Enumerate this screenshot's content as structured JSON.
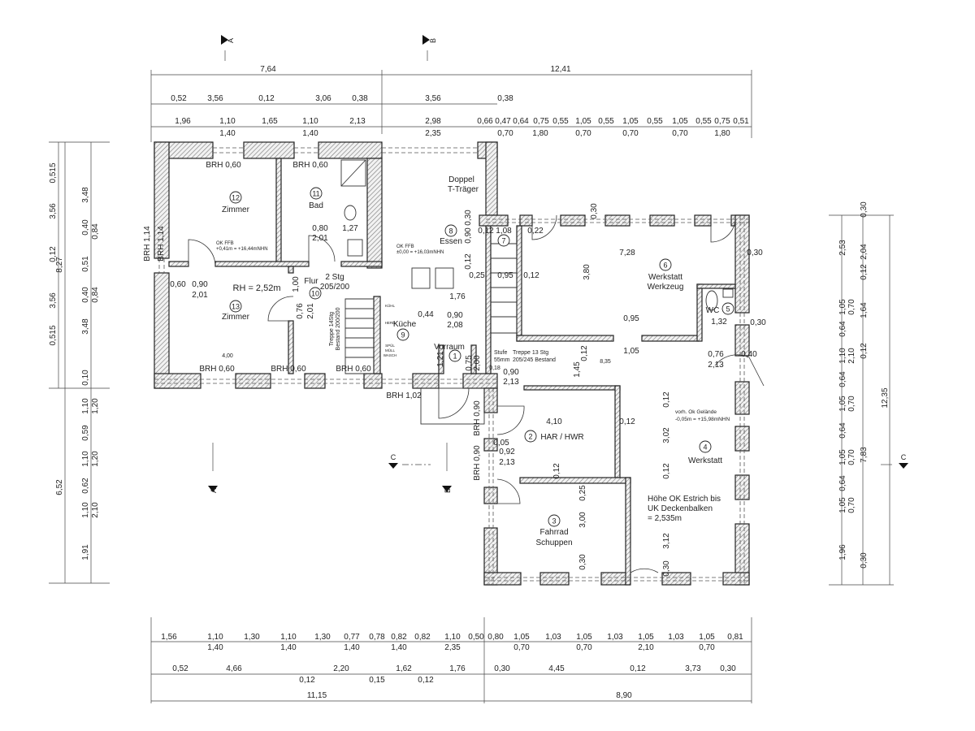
{
  "rooms": [
    {
      "number": "1",
      "lines": [
        "Vorraum"
      ]
    },
    {
      "number": "2",
      "lines": [
        "HAR / HWR"
      ]
    },
    {
      "number": "3",
      "lines": [
        "Fahrrad",
        "Schuppen"
      ]
    },
    {
      "number": "4",
      "lines": [
        "Werkstatt"
      ]
    },
    {
      "number": "5",
      "lines": [
        "WC"
      ]
    },
    {
      "number": "6",
      "lines": [
        "Werkstatt",
        "Werkzeug"
      ]
    },
    {
      "number": "7",
      "lines": []
    },
    {
      "number": "8",
      "lines": [
        "Essen"
      ]
    },
    {
      "number": "9",
      "lines": [
        "Küche"
      ]
    },
    {
      "number": "10",
      "lines": [
        "Flur"
      ]
    },
    {
      "number": "11",
      "lines": [
        "Bad"
      ]
    },
    {
      "number": "12",
      "lines": [
        "Zimmer"
      ]
    },
    {
      "number": "13",
      "lines": [
        "Zimmer"
      ]
    }
  ],
  "annotations": {
    "beam": [
      "Doppel",
      "T-Träger"
    ],
    "room_height": "RH = 2,52m",
    "brh_top": [
      "BRH 0,60",
      "BRH 0,60"
    ],
    "brh_bottom": [
      "BRH 0,60",
      "BRH 0,60",
      "BRH 0,60",
      "BRH 1,02"
    ],
    "brh_side": [
      "BRH 1,14",
      "BRH 1,14",
      "BRH 0,90",
      "BRH 0,90"
    ],
    "level_room12": [
      "OK FFB",
      "+0,41m = +16,44mNHN"
    ],
    "level_essen": [
      "OK FFB",
      "±0,00 = +16,03mNHN"
    ],
    "level_ground": [
      "vorh. Ok Gelände",
      "-0,05m = +15,98mNHN"
    ],
    "height_note": [
      "Höhe OK Estrich bis",
      "UK Deckenbalken",
      "= 2,535m"
    ],
    "step": [
      "Stufe",
      "55mm"
    ],
    "stair_13": [
      "Treppe 13 Stg",
      "205/245  Bestand"
    ],
    "stair_14": [
      "Treppe 14Stg",
      "Bestand 200/200"
    ],
    "stair_2": [
      "2 Stg",
      "205/200"
    ],
    "kitchen": [
      "KÜHL",
      "HERD",
      "SPÜL",
      "MÜLL",
      "WASCH"
    ]
  },
  "section_markers": [
    "A",
    "B",
    "C"
  ],
  "dimensions": {
    "top": {
      "overall": [
        "7,64",
        "12,41"
      ],
      "row2": [
        "0,52",
        "3,56",
        "0,12",
        "3,06",
        "0,38",
        "3,56",
        "0,38"
      ],
      "row3": [
        "1,96",
        "1,10",
        "1,65",
        "1,10",
        "2,13",
        "2,98",
        "0,66",
        "0,47",
        "0,64",
        "0,75",
        "0,55",
        "1,05",
        "0,55",
        "1,05",
        "0,55",
        "1,05",
        "0,55",
        "0,75",
        "0,51"
      ],
      "row3_sub": [
        "1,40",
        "1,40",
        "2,35",
        "0,70",
        "1,80",
        "0,70",
        "0,70",
        "0,70",
        "1,80"
      ]
    },
    "left": {
      "overall": [
        "8,27",
        "6,52"
      ],
      "inner": [
        "0,515",
        "3,56",
        "0,12",
        "3,56",
        "0,515"
      ],
      "outer": [
        "3,48",
        "0,40",
        "0,51",
        "0,40",
        "3,48",
        "0,10",
        "1,10",
        "0,59",
        "1,10",
        "0,62",
        "1,10",
        "1,91"
      ],
      "outer_sub": [
        "0,84",
        "0,84",
        "1,20",
        "1,20",
        "2,10"
      ]
    },
    "right": {
      "openings": [
        "2,53",
        "1,05",
        "0,64",
        "1,10",
        "0,64",
        "1,05",
        "0,64",
        "1,05",
        "0,64",
        "1,05",
        "1,96"
      ],
      "openings_sub": [
        "0,70",
        "2,10",
        "0,70",
        "0,70",
        "0,70"
      ],
      "rooms": [
        "0,30",
        "2,04",
        "0,12",
        "1,64",
        "0,12",
        "7,83",
        "0,30"
      ],
      "overall": [
        "12,35"
      ]
    },
    "bottom": {
      "row1": [
        "1,56",
        "1,10",
        "1,30",
        "1,10",
        "1,30",
        "0,77",
        "0,78",
        "0,82",
        "0,82",
        "1,10",
        "0,50",
        "0,80",
        "1,05",
        "1,03",
        "1,05",
        "1,03",
        "1,05",
        "1,03",
        "1,05",
        "0,81"
      ],
      "row1_sub": [
        "1,40",
        "1,40",
        "1,40",
        "1,40",
        "2,35",
        "0,70",
        "0,70",
        "2,10",
        "0,70"
      ],
      "row2": [
        "0,52",
        "4,66",
        "2,20",
        "1,62",
        "1,76",
        "0,30",
        "4,45",
        "0,12",
        "3,73",
        "0,30"
      ],
      "row2_sub": [
        "0,12",
        "0,15",
        "0,12"
      ],
      "overall": [
        "11,15",
        "8,90"
      ]
    },
    "interior": [
      "0,80",
      "1,27",
      "2,01",
      "1,00",
      "0,76",
      "2,01",
      "0,60",
      "0,90",
      "2,01",
      "4,00",
      "0,44",
      "0,90",
      "2,08",
      "1,76",
      "1,21",
      "0,75",
      "2,00",
      "0,18",
      "0,90",
      "2,13",
      "0,30",
      "0,90",
      "0,12",
      "0,12",
      "1,08",
      "0,22",
      "0,25",
      "0,95",
      "0,12",
      "3,80",
      "7,28",
      "0,30",
      "0,95",
      "1,32",
      "0,30",
      "1,05",
      "0,12",
      "8,35",
      "1,45",
      "0,76",
      "0,40",
      "2,13",
      "0,30",
      "4,10",
      "0,12",
      "0,05",
      "0,92",
      "2,13",
      "0,12",
      "0,25",
      "3,00",
      "0,30",
      "0,12",
      "3,02",
      "0,12",
      "3,12",
      "0,30"
    ]
  },
  "colors": {
    "line": "#222222",
    "hatch": "#777777",
    "background": "#ffffff"
  }
}
